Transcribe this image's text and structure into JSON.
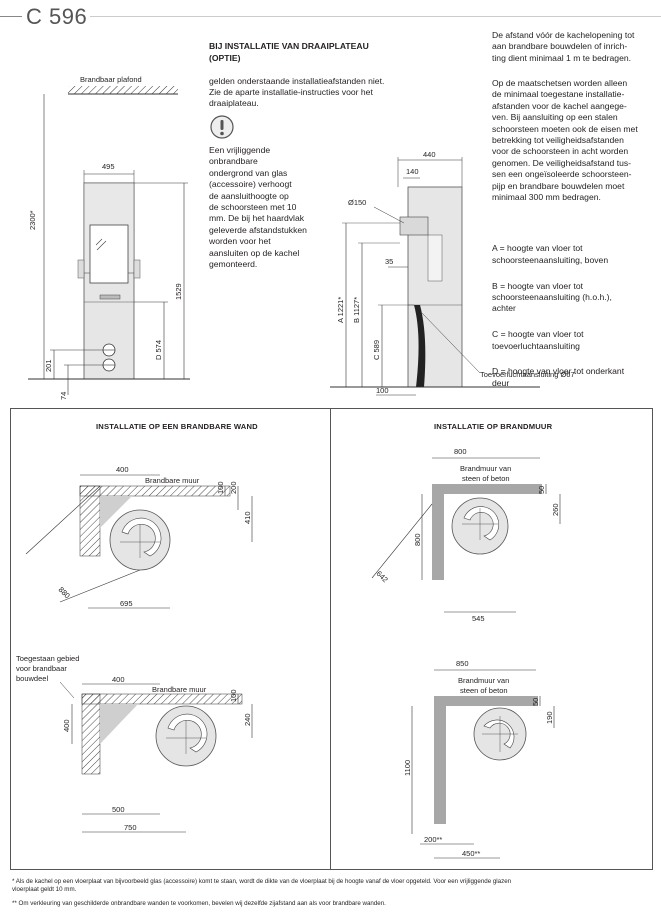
{
  "title": "C 596",
  "install_notice": {
    "heading": "BIJ INSTALLATIE VAN DRAAIPLATEAU (OPTIE)",
    "body": "gelden onderstaande installatieafstanden niet.\nZie de aparte installatie-instructies voor het\ndraaiplateau."
  },
  "glass_note": "Een vrijliggende\nonbrandbare\nondergrond van glas\n(accessoire) verhoogt\nde aansluithoogte op\nde schoorsteen met 10\nmm. De bij het haardvlak\ngeleverde afstandstukken\nworden voor het\naansluiten op de kachel\ngemonteerd.",
  "right_text": {
    "p1": "De afstand vóór de kachelopening tot\naan brandbare bouwdelen of inrich-\nting dient minimaal 1 m te bedragen.",
    "p2": "Op de maatschetsen worden alleen\nde minimaal toegestane installatie-\nafstanden voor de kachel aangege-\nven. Bij aansluiting op een stalen\nschoorsteen moeten ook de eisen met\nbetrekking tot veiligheidsafstanden\nvoor de schoorsteen in acht worden\ngenomen. De veiligheidsafstand tus-\nsen een ongeïsoleerde schoorsteen-\npijp en brandbare bouwdelen moet\nminimaal 300 mm bedragen."
  },
  "legend": [
    {
      "key": "A",
      "text": "A = hoogte van vloer tot\n      schoorsteenaansluiting, boven"
    },
    {
      "key": "B",
      "text": "B = hoogte van vloer tot\n      schoorsteenaansluiting (h.o.h.),\n      achter"
    },
    {
      "key": "C",
      "text": "C = hoogte van vloer tot\n      toevoerluchtaansluiting"
    },
    {
      "key": "D",
      "text": "D = hoogte van vloer tot onderkant\n      deur"
    }
  ],
  "front_view": {
    "ceiling_label": "Brandbaar plafond",
    "dim_height_total": "2300*",
    "dim_width": "495",
    "dim_height_stove": "1529",
    "dim_d": "D 574",
    "dim_201": "201",
    "dim_74": "74"
  },
  "side_view": {
    "dim_depth": "440",
    "dim_140": "140",
    "dim_flue": "Ø150",
    "dim_35": "35",
    "dim_a": "A 1221*",
    "dim_b": "B 1127*",
    "dim_c": "C 589",
    "dim_100": "100",
    "air_inlet_label": "Toevoerluchtaansluiting Ø67"
  },
  "section_left": {
    "heading": "INSTALLATIE OP EEN BRANDBARE WAND",
    "top": {
      "wall_label": "Brandbare muur",
      "d400": "400",
      "d100": "100",
      "d200": "200",
      "d410": "410",
      "d880": "880",
      "d695": "695"
    },
    "bottom": {
      "zone_label": "Toegestaan gebied\nvoor brandbaar\nbouwdeel",
      "wall_label": "Brandbare muur",
      "d400h": "400",
      "d400v": "400",
      "d100": "100",
      "d240": "240",
      "d500": "500",
      "d750": "750"
    }
  },
  "section_right": {
    "heading": "INSTALLATIE OP BRANDMUUR",
    "top": {
      "wall_label": "Brandmuur van\nsteen of beton",
      "d800h": "800",
      "d50": "50",
      "d260": "260",
      "d800v": "800",
      "d642": "642",
      "d545": "545"
    },
    "bottom": {
      "wall_label": "Brandmuur van\nsteen of beton",
      "d850": "850",
      "d50": "50",
      "d190": "190",
      "d1100": "1100",
      "d200": "200**",
      "d450": "450**"
    }
  },
  "footnotes": {
    "f1": "*   Als de kachel op een vloerplaat van bijvoorbeeld glas (accessoire) komt te staan, wordt de dikte van de vloerplaat bij de hoogte vanaf de vloer opgeteld. Voor een vrijliggende glazen\n    vloerplaat geldt 10 mm.",
    "f2": "**  Om verkleuring van geschilderde onbrandbare wanden te voorkomen, bevelen wij dezelfde zijafstand aan als voor brandbare wanden."
  }
}
